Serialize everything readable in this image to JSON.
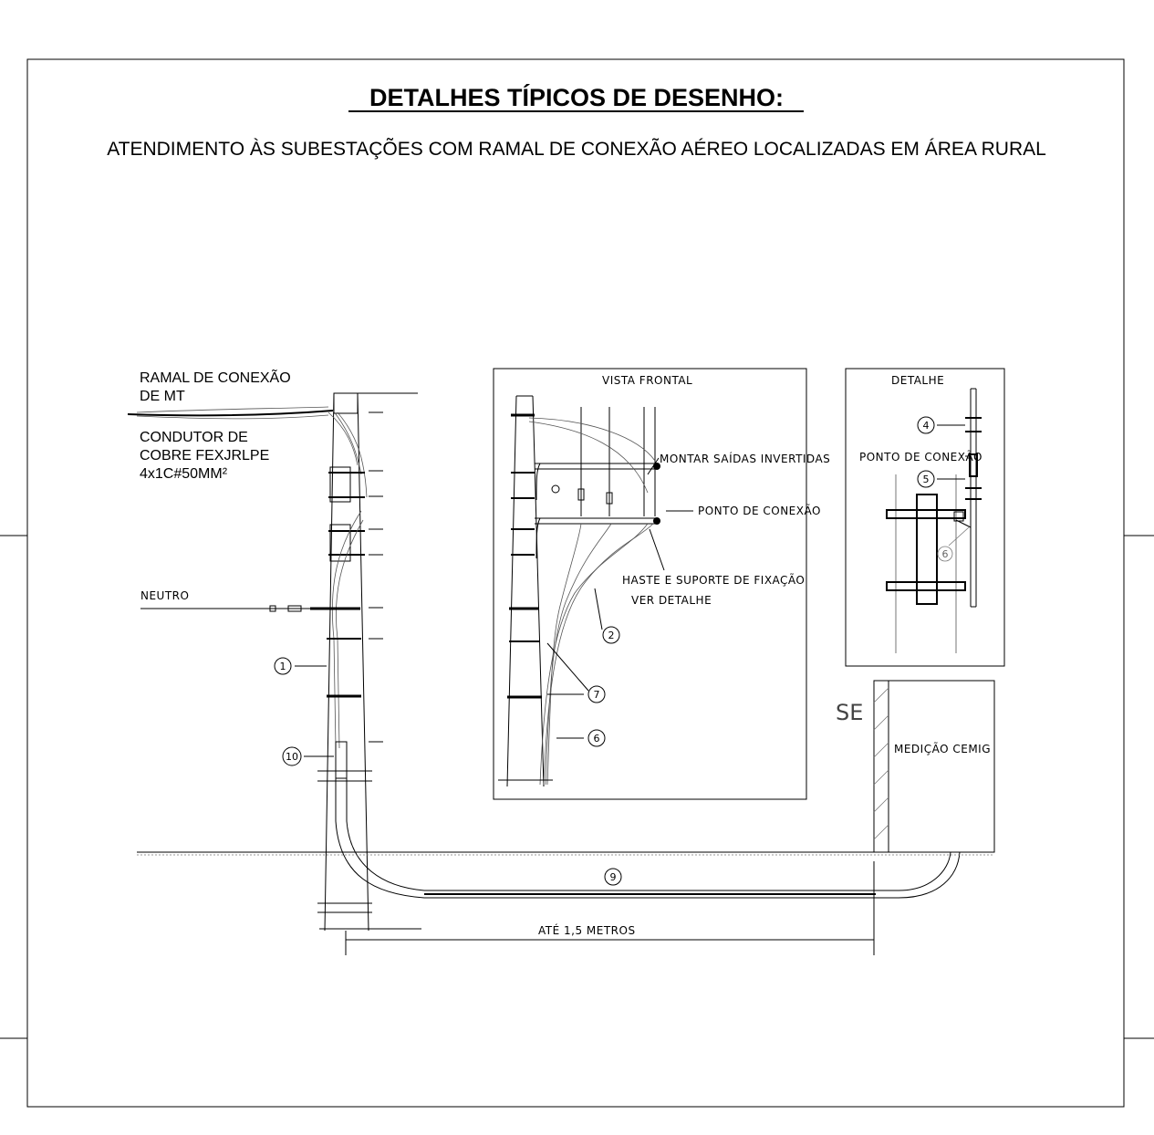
{
  "title": "DETALHES TÍPICOS DE DESENHO:",
  "subtitle": "ATENDIMENTO ÀS SUBESTAÇÕES COM RAMAL DE CONEXÃO AÉREO LOCALIZADAS EM ÁREA RURAL",
  "main": {
    "ramal_line1": "RAMAL DE CONEXÃO",
    "ramal_line2": "DE MT",
    "condutor_line1": "CONDUTOR DE",
    "condutor_line2": "COBRE FEXJRLPE",
    "condutor_line3": "4x1C#50MM²",
    "neutro": "NEUTRO",
    "dimension": "ATÉ 1,5 METROS",
    "se": "SE",
    "medicao": "MEDIÇÃO CEMIG"
  },
  "vista_frontal": {
    "title": "VISTA FRONTAL",
    "montar": "MONTAR SAÍDAS INVERTIDAS",
    "ponto": "PONTO DE CONEXÃO",
    "haste_line1": "HASTE E SUPORTE DE FIXAÇÃO",
    "haste_line2": "VER DETALHE"
  },
  "detalhe": {
    "title": "DETALHE",
    "ponto": "PONTO DE CONEXÃO"
  },
  "markers": {
    "m1": "1",
    "m2": "2",
    "m4": "4",
    "m5": "5",
    "m6a": "6",
    "m6b": "6",
    "m7": "7",
    "m9": "9",
    "m10": "10"
  }
}
